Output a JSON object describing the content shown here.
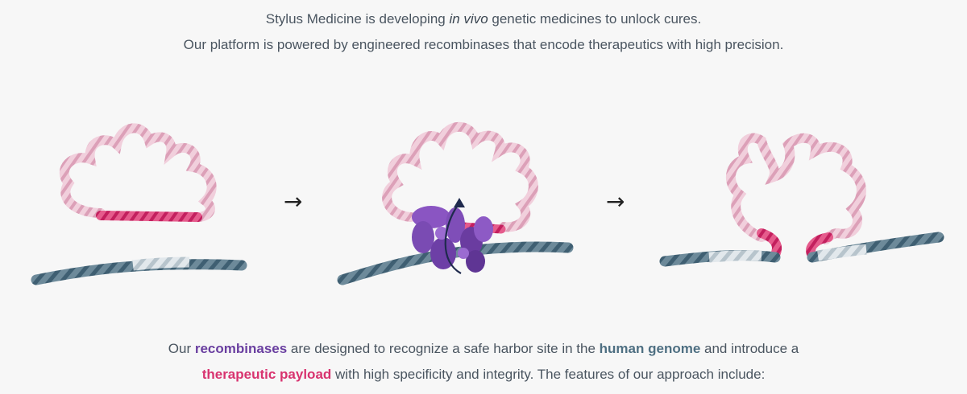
{
  "intro": {
    "line1_pre": "Stylus Medicine is developing ",
    "line1_em": "in vivo",
    "line1_post": " genetic medicines to unlock cures.",
    "line2": "Our platform is powered by engineered recombinases that encode therapeutics with high precision."
  },
  "figure": {
    "arrow_glyph": "→",
    "icons": [
      "dna-plasmid-icon",
      "arrow-right-icon",
      "recombinase-binding-icon",
      "arrow-right-icon",
      "integrated-payload-icon"
    ],
    "colors": {
      "plasmid": "#e8b6c8",
      "payload": "#d8336f",
      "genome_dark": "#4e6f82",
      "genome_light": "#c9d3d9",
      "recombinase": "#7a4bb3",
      "rotation_arrow": "#1f2a4d"
    }
  },
  "outro": {
    "p1": "Our ",
    "recombinases": "recombinases",
    "p2": " are designed to recognize a safe harbor site in the ",
    "human_genome": "human genome",
    "p3": " and introduce a",
    "therapeutic_payload": "therapeutic payload",
    "p4": " with high specificity and integrity. The features of our approach include:"
  }
}
